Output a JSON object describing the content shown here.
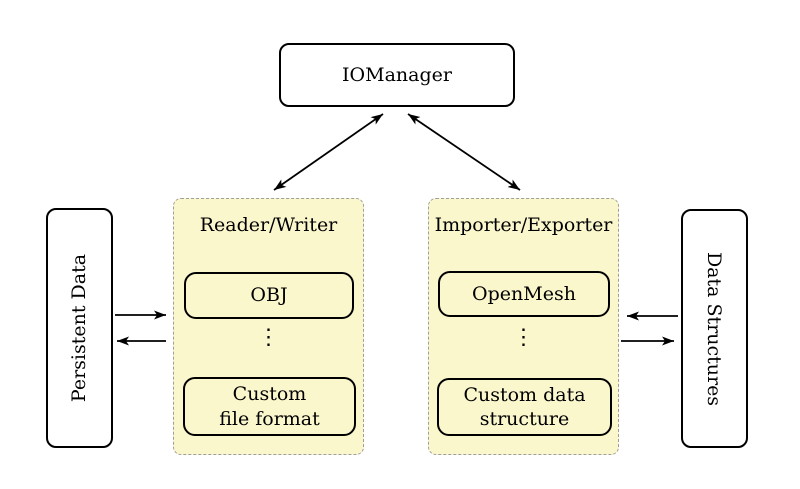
{
  "colors": {
    "background": "#ffffff",
    "group_fill": "#FBF7CD",
    "group_dashed_border": "#9e9e9e",
    "node_border": "#000000",
    "arrow": "#000000",
    "text": "#000000"
  },
  "nodes": {
    "iomanager": {
      "label": "IOManager"
    },
    "persistent_data": {
      "label": "Persistent Data"
    },
    "data_structures": {
      "label": "Data Structures"
    }
  },
  "groups": {
    "reader_writer": {
      "title": "Reader/Writer",
      "items": [
        "OBJ",
        "⋮",
        "Custom\nfile format"
      ]
    },
    "importer_exporter": {
      "title": "Importer/Exporter",
      "items": [
        "OpenMesh",
        "⋮",
        "Custom data\nstructure"
      ]
    }
  },
  "edges": [
    {
      "from": "iomanager",
      "to": "reader_writer",
      "bidirectional": true
    },
    {
      "from": "iomanager",
      "to": "importer_exporter",
      "bidirectional": true
    },
    {
      "from": "persistent_data",
      "to": "reader_writer",
      "bidirectional": false
    },
    {
      "from": "reader_writer",
      "to": "persistent_data",
      "bidirectional": false
    },
    {
      "from": "data_structures",
      "to": "importer_exporter",
      "bidirectional": false
    },
    {
      "from": "importer_exporter",
      "to": "data_structures",
      "bidirectional": false
    }
  ]
}
